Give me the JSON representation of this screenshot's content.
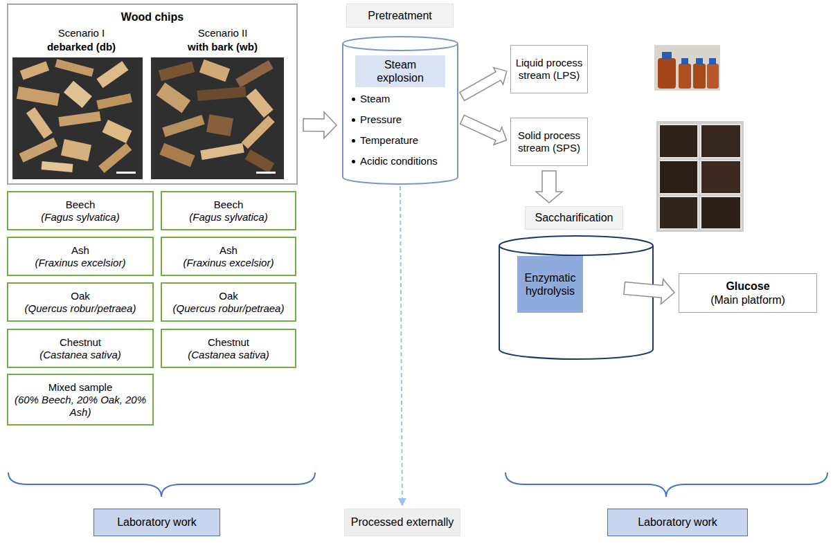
{
  "diagram": {
    "nodes": [
      {
        "text": [
          "Wood chips",
          "Scenario I",
          "debarked (db)",
          "Scenario II",
          "with bark (wb)"
        ]
      },
      {
        "text": [
          "Beech",
          "(Fagus sylvatica)"
        ]
      },
      {
        "text": [
          "Ash",
          "(Fraxinus excelsior)"
        ]
      },
      {
        "text": [
          "Oak",
          "(Quercus robur/petraea)"
        ]
      },
      {
        "text": [
          "Chestnut",
          "(Castanea sativa)"
        ]
      },
      {
        "text": [
          "Mixed sample",
          "(60% Beech, 20% Oak, 20% Ash)"
        ]
      },
      {
        "text": [
          "Beech",
          "(Fagus sylvatica)"
        ]
      },
      {
        "text": [
          "Ash",
          "(Fraxinus excelsior)"
        ]
      },
      {
        "text": [
          "Oak",
          "(Quercus robur/petraea)"
        ]
      },
      {
        "text": [
          "Chestnut",
          "(Castanea sativa)"
        ]
      },
      {
        "text": [
          "Laboratory work"
        ]
      },
      {
        "text": [
          "Pretreatment"
        ]
      },
      {
        "text": [
          "Steam",
          "Pressure",
          "Temperature",
          "Acidic conditions"
        ]
      },
      {
        "text": [
          "Steam explosion"
        ],
        "in": 12
      },
      {
        "text": [
          "Processed externally"
        ]
      },
      {
        "text": [
          "Liquid process stream (LPS)"
        ]
      },
      {
        "text": [
          "Solid process stream (SPS)"
        ]
      },
      {
        "text": [
          "Saccharification"
        ]
      },
      {
        "text": [
          "Enzymatic hydrolysis"
        ]
      },
      {
        "text": [
          "Glucose",
          "(Main platform)"
        ]
      },
      {
        "text": [
          "Laboratory work"
        ]
      }
    ],
    "edges": [
      {
        "from": 0,
        "to": 12,
        "arrow": "to"
      },
      {
        "from": 12,
        "to": 14,
        "arrow": "to"
      },
      {
        "from": 12,
        "to": 15,
        "arrow": "to"
      },
      {
        "from": 12,
        "to": 16,
        "arrow": "to"
      },
      {
        "from": 16,
        "to": 17,
        "arrow": "to"
      },
      {
        "from": 18,
        "to": 19,
        "arrow": "to"
      }
    ]
  }
}
